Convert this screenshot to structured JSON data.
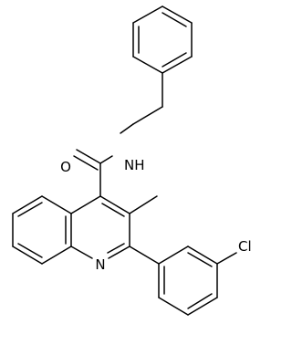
{
  "molecule": {
    "atom_labels": {
      "oxygen": "O",
      "amide_nitrogen": "NH",
      "ring_nitrogen": "N",
      "chlorine": "Cl"
    }
  }
}
